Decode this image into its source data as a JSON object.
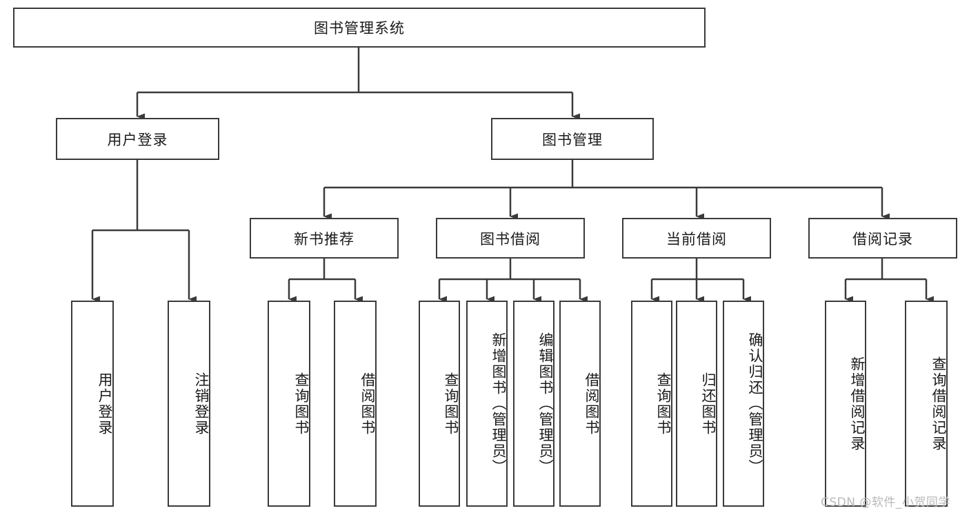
{
  "diagram": {
    "title": "图书管理系统",
    "type": "hierarchy-tree",
    "watermark": "CSDN @软件_小贺同学",
    "colors": {
      "stroke": "#3a3a3a",
      "fill": "#ffffff",
      "text": "#1a1a1a",
      "watermark": "#b9b9b9"
    },
    "root": {
      "label": "图书管理系统"
    },
    "level1": [
      {
        "label": "用户登录"
      },
      {
        "label": "图书管理"
      }
    ],
    "level2": [
      {
        "label": "新书推荐"
      },
      {
        "label": "图书借阅"
      },
      {
        "label": "当前借阅"
      },
      {
        "label": "借阅记录"
      }
    ],
    "leaves": {
      "user_login": [
        {
          "label": "用户登录"
        },
        {
          "label": "注销登录"
        }
      ],
      "new_book": [
        {
          "label": "查询图书"
        },
        {
          "label": "借阅图书"
        }
      ],
      "book_borrow": [
        {
          "label": "查询图书"
        },
        {
          "label": "新增图书（管理员）"
        },
        {
          "label": "编辑图书（管理员）"
        },
        {
          "label": "借阅图书"
        }
      ],
      "current_borrow": [
        {
          "label": "查询图书"
        },
        {
          "label": "归还图书"
        },
        {
          "label": "确认归还（管理员）"
        }
      ],
      "borrow_record": [
        {
          "label": "新增借阅记录"
        },
        {
          "label": "查询借阅记录"
        }
      ]
    }
  }
}
